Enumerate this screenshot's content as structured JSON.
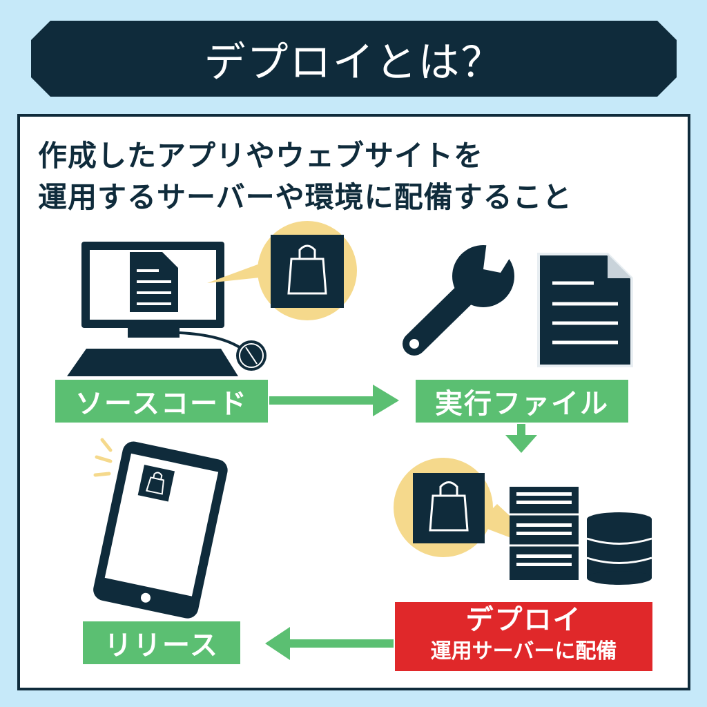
{
  "title": "デプロイとは？",
  "subtitle": {
    "line1": "作成したアプリやウェブサイトを",
    "line2": "運用するサーバーや環境に配備すること"
  },
  "steps": {
    "source_code": "ソースコード",
    "executable": "実行ファイル",
    "deploy": "デプロイ",
    "deploy_sub": "運用サーバーに配備",
    "release": "リリース"
  },
  "colors": {
    "background": "#c6e9f9",
    "navy": "#0f2b3b",
    "green": "#5bbf72",
    "red": "#e0282a",
    "yellow": "#f5d98c"
  }
}
